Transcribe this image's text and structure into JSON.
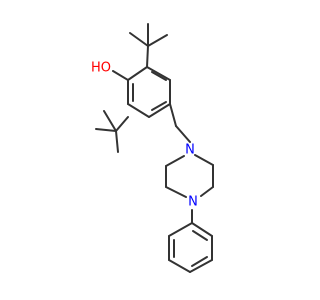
{
  "molecule": {
    "colors": {
      "bond": "#333333",
      "carbon": "#333333",
      "oxygen": "#ff0000",
      "nitrogen": "#0000ff"
    },
    "labels": {
      "hydroxyl": "HO",
      "piperazine_n1": "N",
      "piperazine_n2": "N"
    }
  }
}
